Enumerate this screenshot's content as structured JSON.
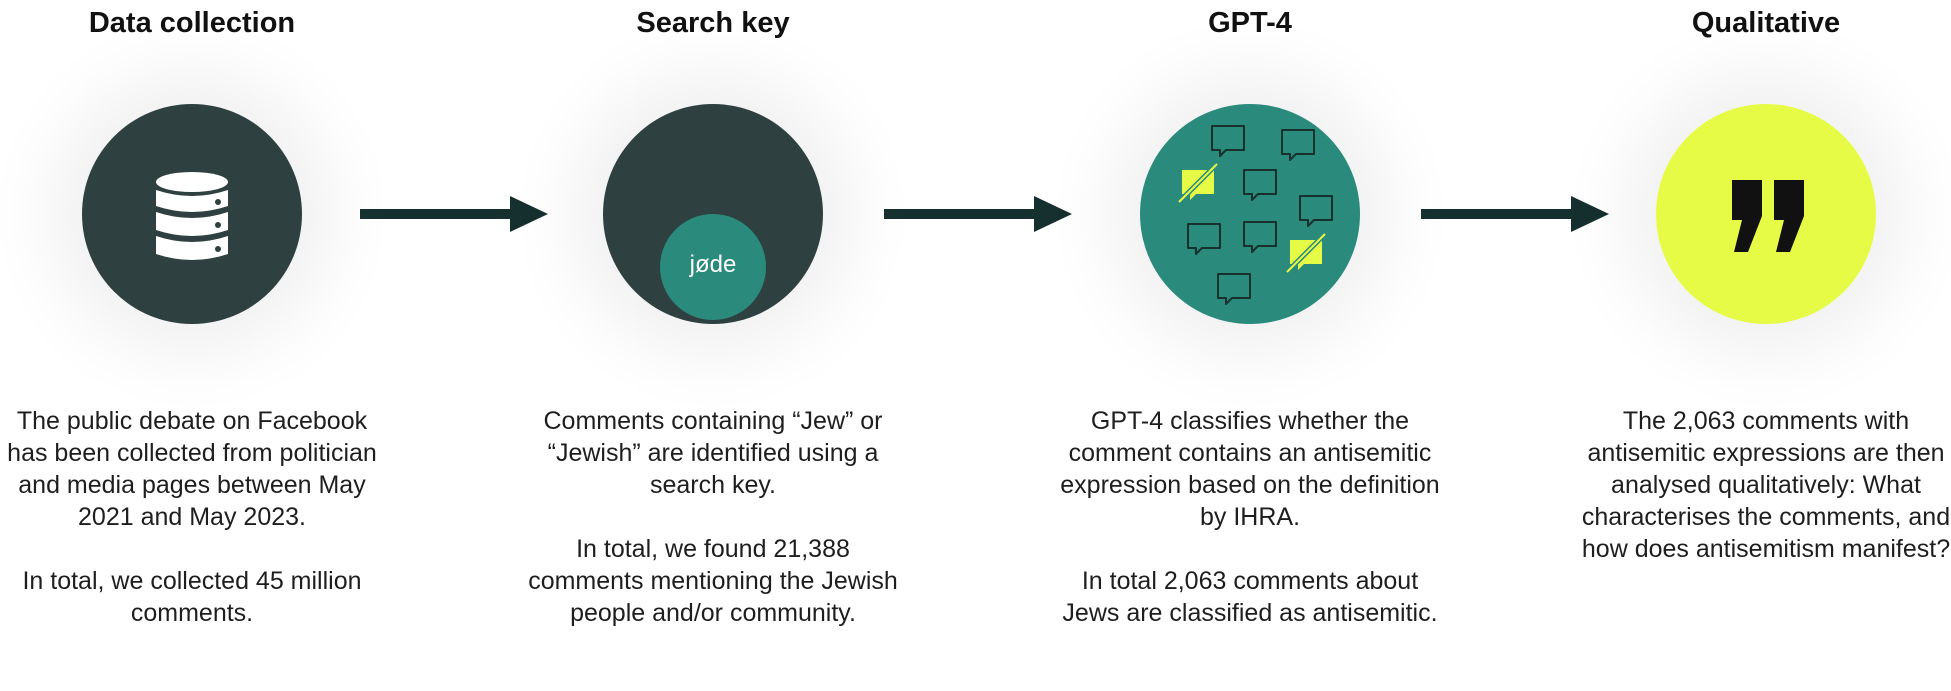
{
  "steps": [
    {
      "title": "Data collection",
      "icon": "database-icon",
      "paragraphs": [
        "The public debate on Facebook has been collected from politician and media pages between May 2021 and May 2023.",
        "In total, we collected 45 million comments."
      ]
    },
    {
      "title": "Search key",
      "icon": "search-key-venn-icon",
      "inner_label": "jøde",
      "paragraphs": [
        "Comments containing “Jew” or “Jewish” are identified using a search key.",
        "In total, we found 21,388 comments mentioning the Jewish people and/or community."
      ]
    },
    {
      "title": "GPT-4",
      "icon": "speech-bubbles-icon",
      "paragraphs": [
        "GPT-4 classifies whether the comment contains an antisemitic expression based on the definition by IHRA.",
        "In total 2,063 comments about Jews are classified as antisemitic."
      ]
    },
    {
      "title": "Qualitative",
      "icon": "quotation-mark-icon",
      "paragraphs": [
        "The 2,063 comments with antisemitic expressions are then analysed qualitatively: What characterises the comments, and how does antisemitism manifest?"
      ]
    }
  ],
  "colors": {
    "dark": "#2e403f",
    "teal": "#2a8a7c",
    "lime": "#e6fb45",
    "arrow": "#163030"
  }
}
